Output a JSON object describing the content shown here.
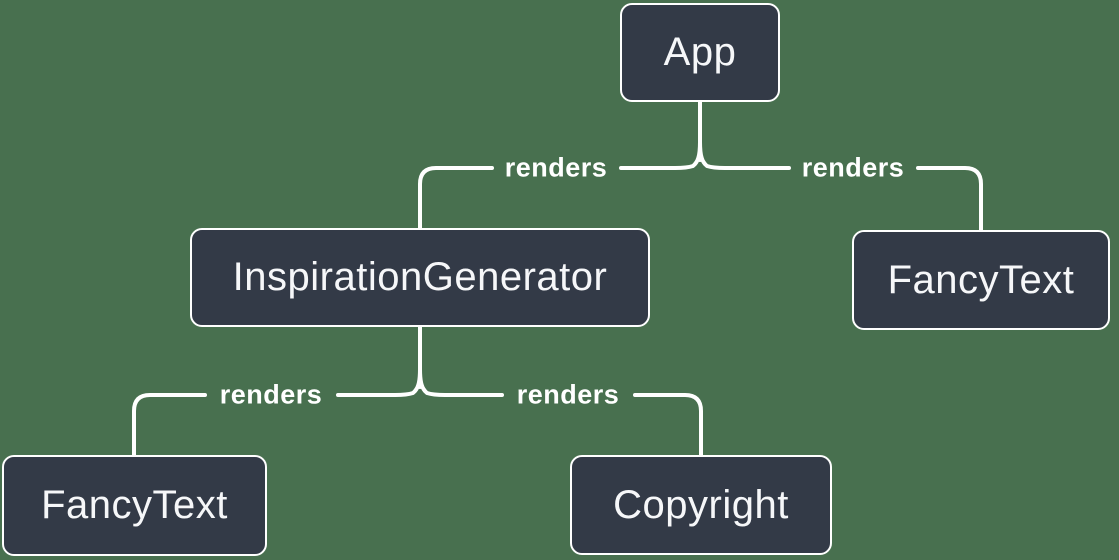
{
  "diagram": {
    "type": "component-render-tree",
    "nodes": [
      {
        "id": "app",
        "label": "App"
      },
      {
        "id": "inspiration-generator",
        "label": "InspirationGenerator"
      },
      {
        "id": "fancy-text-top",
        "label": "FancyText"
      },
      {
        "id": "fancy-text-bottom",
        "label": "FancyText"
      },
      {
        "id": "copyright",
        "label": "Copyright"
      }
    ],
    "edges": [
      {
        "from": "App",
        "to": "InspirationGenerator",
        "label": "renders"
      },
      {
        "from": "App",
        "to": "FancyText",
        "label": "renders"
      },
      {
        "from": "InspirationGenerator",
        "to": "FancyText",
        "label": "renders"
      },
      {
        "from": "InspirationGenerator",
        "to": "Copyright",
        "label": "renders"
      }
    ],
    "colors": {
      "background": "#48704F",
      "node_fill": "#333A47",
      "node_border": "#FFFFFF",
      "node_text": "#F6F7F9",
      "connector": "#FFFFFF",
      "edge_label_text": "#FFFFFF"
    }
  }
}
